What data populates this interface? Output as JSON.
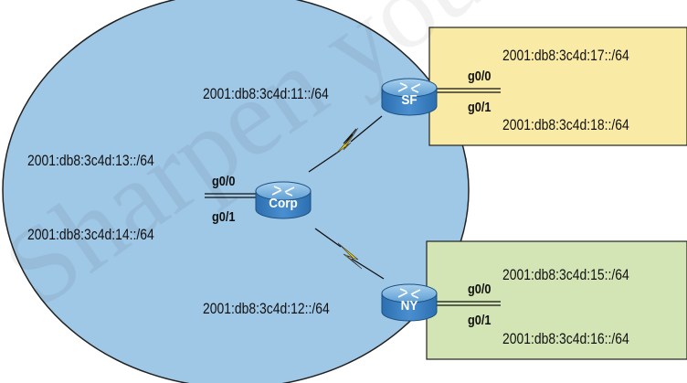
{
  "colors": {
    "ellipse_fill": "#9fc7e6",
    "sf_box_fill": "#f9eba6",
    "ny_box_fill": "#d3e4b5",
    "router_top": "#7ab3de",
    "router_body": "#3c82c4",
    "serial_link": "#f5d000"
  },
  "routers": {
    "corp": {
      "name": "Corp",
      "icon": "router-icon"
    },
    "sf": {
      "name": "SF",
      "icon": "router-icon"
    },
    "ny": {
      "name": "NY",
      "icon": "router-icon"
    }
  },
  "networks": {
    "sf_wan": "2001:db8:3c4d:11::/64",
    "ny_wan": "2001:db8:3c4d:12::/64",
    "corp_g00": "2001:db8:3c4d:13::/64",
    "corp_g01": "2001:db8:3c4d:14::/64",
    "ny_g00": "2001:db8:3c4d:15::/64",
    "ny_g01": "2001:db8:3c4d:16::/64",
    "sf_g00": "2001:db8:3c4d:17::/64",
    "sf_g01": "2001:db8:3c4d:18::/64"
  },
  "interfaces": {
    "g00": "g0/0",
    "g01": "g0/1"
  },
  "watermark": "Sharpen your"
}
